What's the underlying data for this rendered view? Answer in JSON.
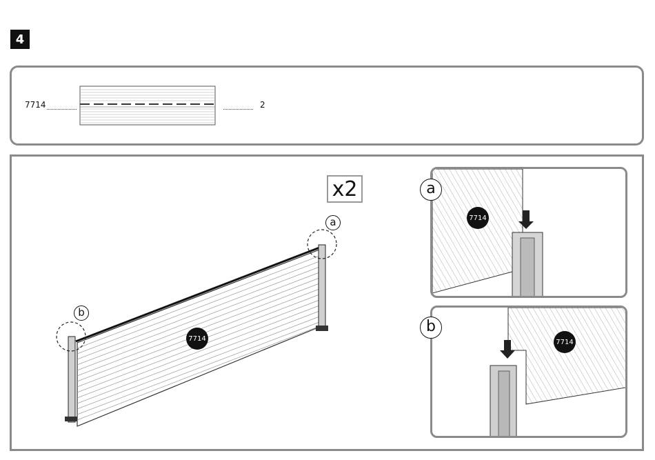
{
  "step": {
    "number": "4"
  },
  "parts_list": {
    "part_code": "7714",
    "quantity": "2"
  },
  "assembly": {
    "multiplier": "x2",
    "panel_label": "7714",
    "callouts": {
      "a": "a",
      "b": "b"
    }
  },
  "details": {
    "a": {
      "callout": "a",
      "panel_label": "7714"
    },
    "b": {
      "callout": "b",
      "panel_label": "7714"
    }
  }
}
